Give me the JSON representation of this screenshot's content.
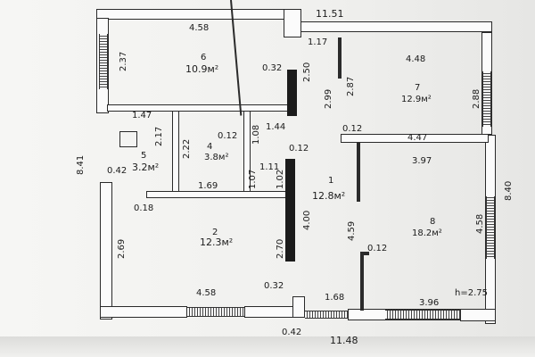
{
  "rooms": {
    "r1": {
      "num": "1",
      "area": "12.8м²"
    },
    "r2": {
      "num": "2",
      "area": "12.3м²"
    },
    "r4": {
      "num": "4",
      "area": "3.8м²"
    },
    "r5": {
      "num": "5",
      "area": "3.2м²"
    },
    "r6": {
      "num": "6",
      "area": "10.9м²"
    },
    "r7": {
      "num": "7",
      "area": "12.9м²"
    },
    "r8": {
      "num": "8",
      "area": "18.2м²"
    }
  },
  "dims": {
    "total_top": "11.51",
    "total_bottom": "11.48",
    "total_right": "8.40",
    "total_left": "8.41",
    "r6_top": "4.58",
    "r7_top": "4.48",
    "r6_left": "2.37",
    "r2_bottom": "4.58",
    "d117": "1.17",
    "d032a": "0.32",
    "d032b": "0.32",
    "d250": "2.50",
    "d299": "2.99",
    "d287": "2.87",
    "d288": "2.88",
    "d147": "1.47",
    "d217": "2.17",
    "d222": "2.22",
    "d012a": "0.12",
    "d012b": "0.12",
    "d012c": "0.12",
    "d012d": "0.12",
    "d108": "1.08",
    "d144": "1.44",
    "d111": "1.11",
    "d107": "1.07",
    "d102": "1.02",
    "d447": "4.47",
    "d397": "3.97",
    "d042a": "0.42",
    "d042b": "0.42",
    "d169": "1.69",
    "d018": "0.18",
    "d400": "4.00",
    "d459": "4.59",
    "d458b": "4.58",
    "d269": "2.69",
    "d270": "2.70",
    "d168": "1.68",
    "d396": "3.96",
    "height": "h=2.75"
  }
}
